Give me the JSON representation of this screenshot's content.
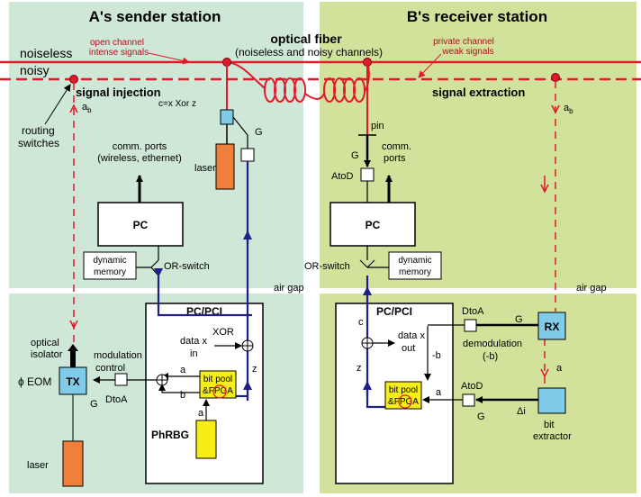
{
  "stations": {
    "a_title": "A's sender station",
    "b_title": "B's receiver station"
  },
  "channels": {
    "noiseless": "noiseless",
    "noisy": "noisy",
    "open_line1": "open channel",
    "open_line2": "intense signals",
    "fiber_title": "optical fiber",
    "fiber_sub": "(noiseless and noisy channels)",
    "private_line1": "private channel",
    "private_line2": "weak signals"
  },
  "sender": {
    "signal_injection": "signal injection",
    "routing_line1": "routing",
    "routing_line2": "switches",
    "ab": "a",
    "ab_sub": "b",
    "xor_label": "c=x Xor z",
    "g": "G",
    "comm_line1": "comm. ports",
    "comm_line2": "(wireless, ethernet)",
    "laser": "laser",
    "pc": "PC",
    "dyn_line1": "dynamic",
    "dyn_line2": "memory",
    "or_switch": "OR-switch",
    "air_gap": "air gap",
    "pcpci": "PC/PCI",
    "xor": "XOR",
    "data_x": "data x",
    "in": "in",
    "z": "z",
    "a": "a",
    "b": "b",
    "bitpool_line1": "bit pool",
    "bitpool_line2": "&FPGA",
    "phrbg": "PhRBG",
    "opt_iso_line1": "optical",
    "opt_iso_line2": "isolator",
    "phi_eom": "ϕ  EOM",
    "tx": "TX",
    "mod_line1": "modulation",
    "mod_line2": "control",
    "dtoa": "DtoA",
    "laser2": "laser"
  },
  "receiver": {
    "signal_extraction": "signal extraction",
    "ab": "a",
    "ab_sub": "b",
    "pin": "pin",
    "g": "G",
    "comm_line1": "comm.",
    "comm_line2": "ports",
    "atod": "AtoD",
    "pc": "PC",
    "or_switch": "OR-switch",
    "dyn_line1": "dynamic",
    "dyn_line2": "memory",
    "air_gap": "air gap",
    "pcpci": "PC/PCI",
    "c": "c",
    "data_x": "data x",
    "out": "out",
    "minus_b": "-b",
    "z": "z",
    "bitpool_line1": "bit pool",
    "bitpool_line2": "&FPGA",
    "a": "a",
    "atod2": "AtoD",
    "g2": "G",
    "delta_i": "Δi",
    "dtoa": "DtoA",
    "g3": "G",
    "rx": "RX",
    "demod_line1": "demodulation",
    "demod_line2": "(-b)",
    "a2": "a",
    "bit_line1": "bit",
    "bit_line2": "extractor"
  },
  "colors": {
    "green_panel": "#cfe7d6",
    "lime_panel": "#d3e29a",
    "red": "#e0192b",
    "navy": "#1f1f8a",
    "blue_box": "#7fcbe8",
    "yellow": "#f6ee16",
    "orange": "#f07f3b"
  }
}
